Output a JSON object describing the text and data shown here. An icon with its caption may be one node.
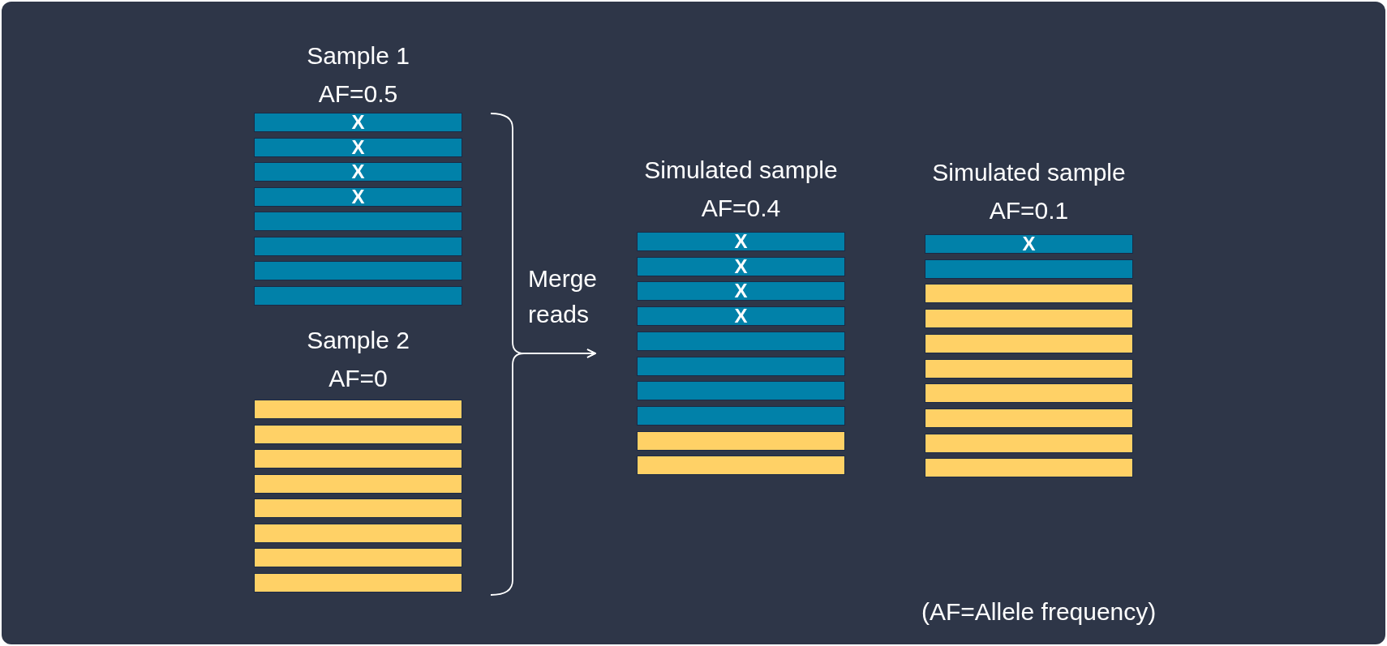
{
  "diagram": {
    "nodes": [
      {
        "text": [
          "Sample 1",
          "AF=0.5"
        ]
      },
      {
        "text": [
          "X"
        ],
        "in": 0
      },
      {
        "text": [
          "X"
        ],
        "in": 0
      },
      {
        "text": [
          "X"
        ],
        "in": 0
      },
      {
        "text": [
          "X"
        ],
        "in": 0
      },
      {
        "text": [],
        "shape": "bar",
        "in": 0
      },
      {
        "text": [],
        "shape": "bar",
        "in": 0
      },
      {
        "text": [],
        "shape": "bar",
        "in": 0
      },
      {
        "text": [],
        "shape": "bar",
        "in": 0
      },
      {
        "text": [
          "Sample 2",
          "AF=0"
        ]
      },
      {
        "text": [],
        "shape": "bar",
        "in": 9
      },
      {
        "text": [],
        "shape": "bar",
        "in": 9
      },
      {
        "text": [],
        "shape": "bar",
        "in": 9
      },
      {
        "text": [],
        "shape": "bar",
        "in": 9
      },
      {
        "text": [],
        "shape": "bar",
        "in": 9
      },
      {
        "text": [],
        "shape": "bar",
        "in": 9
      },
      {
        "text": [],
        "shape": "bar",
        "in": 9
      },
      {
        "text": [],
        "shape": "bar",
        "in": 9
      },
      {
        "text": [
          "Simulated sample",
          "AF=0.4"
        ]
      },
      {
        "text": [
          "X"
        ],
        "in": 18
      },
      {
        "text": [
          "X"
        ],
        "in": 18
      },
      {
        "text": [
          "X"
        ],
        "in": 18
      },
      {
        "text": [
          "X"
        ],
        "in": 18
      },
      {
        "text": [],
        "shape": "bar",
        "in": 18
      },
      {
        "text": [],
        "shape": "bar",
        "in": 18
      },
      {
        "text": [],
        "shape": "bar",
        "in": 18
      },
      {
        "text": [],
        "shape": "bar",
        "in": 18
      },
      {
        "text": [],
        "shape": "bar",
        "in": 18
      },
      {
        "text": [],
        "shape": "bar",
        "in": 18
      },
      {
        "text": [
          "Simulated sample",
          "AF=0.1"
        ]
      },
      {
        "text": [
          "X"
        ],
        "in": 29
      },
      {
        "text": [],
        "shape": "bar",
        "in": 29
      },
      {
        "text": [],
        "shape": "bar",
        "in": 29
      },
      {
        "text": [],
        "shape": "bar",
        "in": 29
      },
      {
        "text": [],
        "shape": "bar",
        "in": 29
      },
      {
        "text": [],
        "shape": "bar",
        "in": 29
      },
      {
        "text": [],
        "shape": "bar",
        "in": 29
      },
      {
        "text": [],
        "shape": "bar",
        "in": 29
      },
      {
        "text": [],
        "shape": "bar",
        "in": 29
      },
      {
        "text": [],
        "shape": "bar",
        "in": 29
      }
    ],
    "edges": [
      {
        "from": 0,
        "to": 18,
        "arrow": "to",
        "label": "Merge reads"
      },
      {
        "from": 9,
        "to": 18,
        "arrow": "to"
      }
    ],
    "labels": [
      "(AF=Allele frequency)"
    ]
  }
}
